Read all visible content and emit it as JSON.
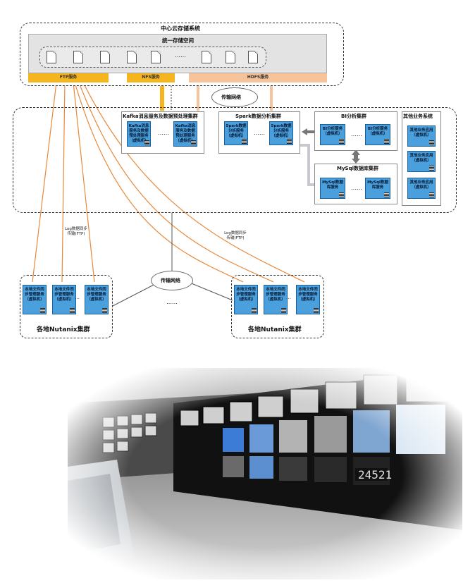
{
  "central": {
    "title": "中心云存储系统",
    "storage_title": "统一存储空间",
    "dots": "……",
    "services": {
      "ftp": "FTP服务",
      "nfs": "NFS服务",
      "hdfs": "HDFS服务"
    }
  },
  "network_label": "传输网络",
  "kafka": {
    "title": "Kafka消息服务及数据预处理集群",
    "node1": "Kafka消息服务及数据预处理服务（虚拟机）",
    "node2": "Kafka消息服务及数据预处理服务（虚拟机）",
    "dots": "……"
  },
  "spark": {
    "title": "Spark数据分析集群",
    "node1": "Spark数据分析服务（虚拟机）",
    "node2": "Spark数据分析服务（虚拟机）",
    "dots": "……"
  },
  "bi": {
    "title": "BI分析集群",
    "node1": "BI分析服务（虚拟机）",
    "node2": "BI分析服务（虚拟机）",
    "dots": "……"
  },
  "mysql": {
    "title": "MySql数据库集群",
    "node1": "MySql数据库服务",
    "node2": "MySql数据库服务",
    "dots": "……"
  },
  "other": {
    "title": "其他业务系统",
    "node1": "其他业务应用（虚拟机）",
    "node2": "其他业务应用（虚拟机）",
    "node3": "其他业务应用（虚拟机）"
  },
  "log_label": "Log数据同步传输(FTP)",
  "local_node": "本地文件同步管理服务（虚拟机）",
  "left_cluster_title": "各地Nutanix集群",
  "right_cluster_title": "各地Nutanix集群",
  "bottom_dots": "……",
  "colors": {
    "ftp": "#f5b51f",
    "nfs": "#f5b51f",
    "hdfs": "#f7c39a",
    "line": "#e8893a",
    "node": "#4a9fdd"
  }
}
